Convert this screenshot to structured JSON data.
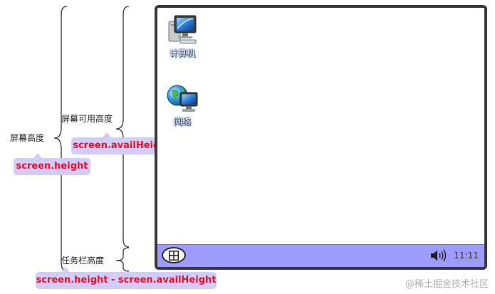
{
  "labels": {
    "screen_height": "屏幕高度",
    "avail_height": "屏幕可用高度",
    "taskbar_height": "任务栏高度"
  },
  "tags": {
    "screen_height": "screen.height",
    "avail_height": "screen.availHeight",
    "taskbar_height": "screen.height - screen.availHeight"
  },
  "desktop": {
    "icons": [
      {
        "name": "计算机",
        "icon": "computer-icon"
      },
      {
        "name": "网络",
        "icon": "network-icon"
      }
    ]
  },
  "taskbar": {
    "start_icon": "start-grid-icon",
    "speaker_icon": "speaker-icon",
    "clock": "11:11"
  },
  "watermark": "@稀土掘金技术社区",
  "colors": {
    "tag_bg": "#d2ccf8",
    "tag_text": "#e8102a",
    "taskbar": "#9d9bfb",
    "screen_border": "#3a3a3a"
  }
}
